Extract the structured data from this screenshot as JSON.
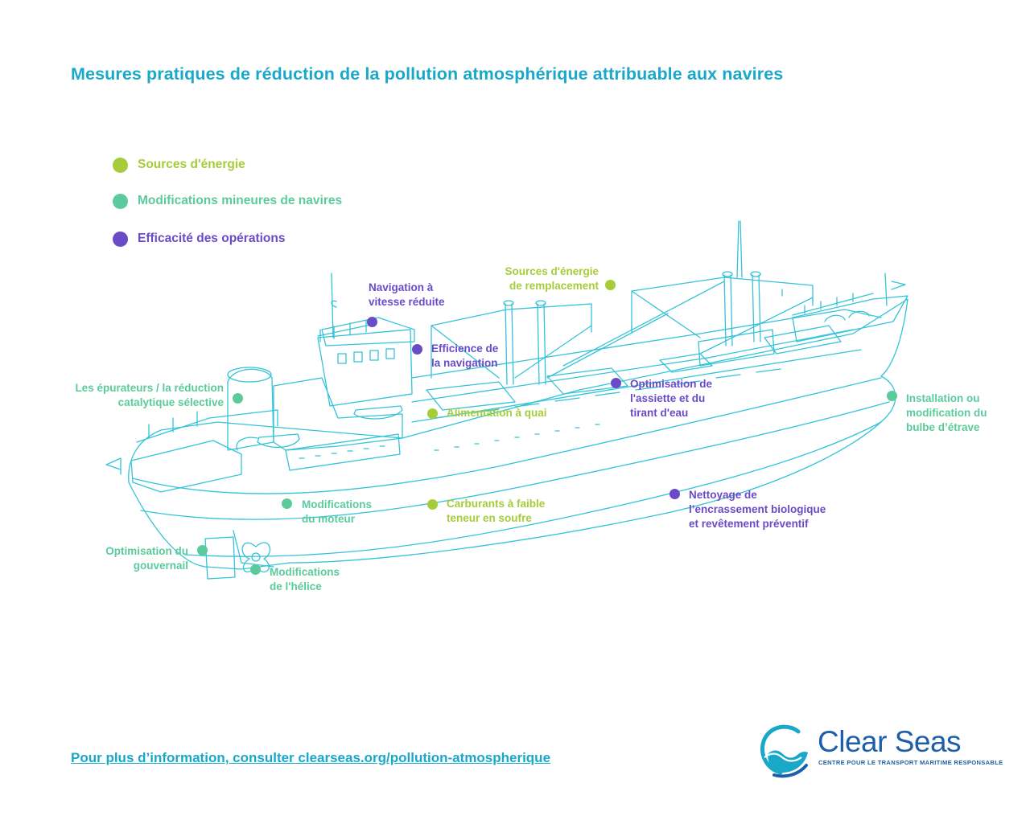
{
  "title": "Mesures pratiques de réduction de la pollution atmosphérique attribuable aux navires",
  "colors": {
    "energy": "#a6cc3a",
    "minor": "#5bcb9c",
    "operations": "#6a4bc7",
    "accent": "#1aa8c9",
    "brand": "#1d5fa8"
  },
  "legend": [
    {
      "label": "Sources d'énergie",
      "category": "energy"
    },
    {
      "label": "Modifications mineures de navires",
      "category": "minor"
    },
    {
      "label": "Efficacité des opérations",
      "category": "operations"
    }
  ],
  "callouts": {
    "reduced_speed": [
      "Navigation à",
      "vitesse réduite"
    ],
    "navigation_efficiency": [
      "Efficience de",
      "la navigation"
    ],
    "alternative_energy": [
      "Sources d'énergie",
      "de remplacement"
    ],
    "scrubbers": [
      "Les épurateurs / la réduction",
      "catalytique sélective"
    ],
    "trim_draft": [
      "Optimisation de",
      "l'assiette et du",
      "tirant d'eau"
    ],
    "shore_power": [
      "Alimentation à quai"
    ],
    "bulbous_bow": [
      "Installation ou",
      "modification du",
      "bulbe d’étrave"
    ],
    "engine": [
      "Modifications",
      "du moteur"
    ],
    "low_sulphur": [
      "Carburants à faible",
      "teneur en soufre"
    ],
    "hull_cleaning": [
      "Nettoyage de",
      "l’encrassement biologique",
      "et revêtement préventif"
    ],
    "rudder": [
      "Optimisation du",
      "gouvernail"
    ],
    "propeller": [
      "Modifications",
      "de l'hélice"
    ]
  },
  "footer": {
    "link_text": "Pour plus d’information, consulter clearseas.org/pollution-atmospherique"
  },
  "logo": {
    "name": "Clear Seas",
    "tagline": "CENTRE POUR LE TRANSPORT MARITIME RESPONSABLE"
  }
}
